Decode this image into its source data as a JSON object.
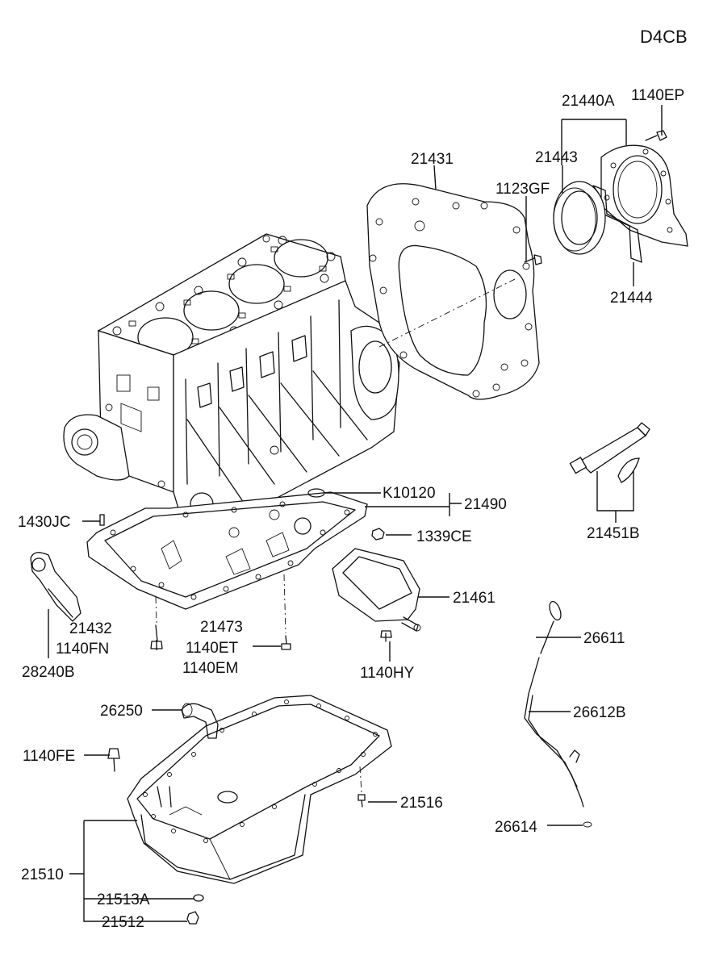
{
  "diagram": {
    "engine_code": "D4CB",
    "part_labels": [
      "21440A",
      "1140EP",
      "21443",
      "21431",
      "1123GF",
      "21444",
      "21451B",
      "K10120",
      "21490",
      "1430JC",
      "1339CE",
      "21461",
      "21432",
      "1140FN",
      "28240B",
      "21473",
      "1140ET",
      "1140EM",
      "1140HY",
      "26611",
      "26250",
      "26612B",
      "1140FE",
      "21516",
      "26614",
      "21510",
      "21513A",
      "21512"
    ]
  }
}
